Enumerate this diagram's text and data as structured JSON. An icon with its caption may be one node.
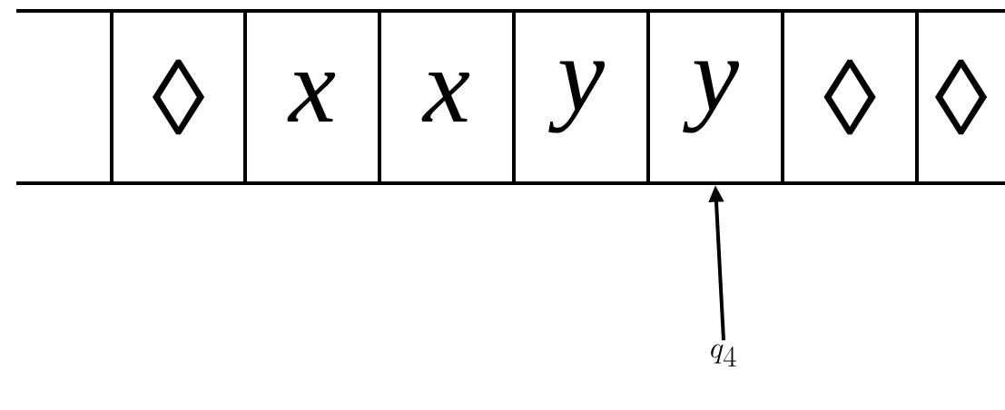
{
  "diagram": {
    "nodes": [
      {
        "text": [],
        "shape": "box"
      },
      {
        "text": [
          "◊"
        ]
      },
      {
        "text": [
          "x"
        ]
      },
      {
        "text": [
          "x"
        ]
      },
      {
        "text": [
          "y"
        ]
      },
      {
        "text": [
          "y"
        ]
      },
      {
        "text": [
          "◊"
        ]
      },
      {
        "text": [
          "◊"
        ]
      },
      {
        "text": [
          "q_4"
        ]
      }
    ],
    "edges": [
      {
        "from": 8,
        "to": 5,
        "arrow": "to"
      }
    ]
  }
}
